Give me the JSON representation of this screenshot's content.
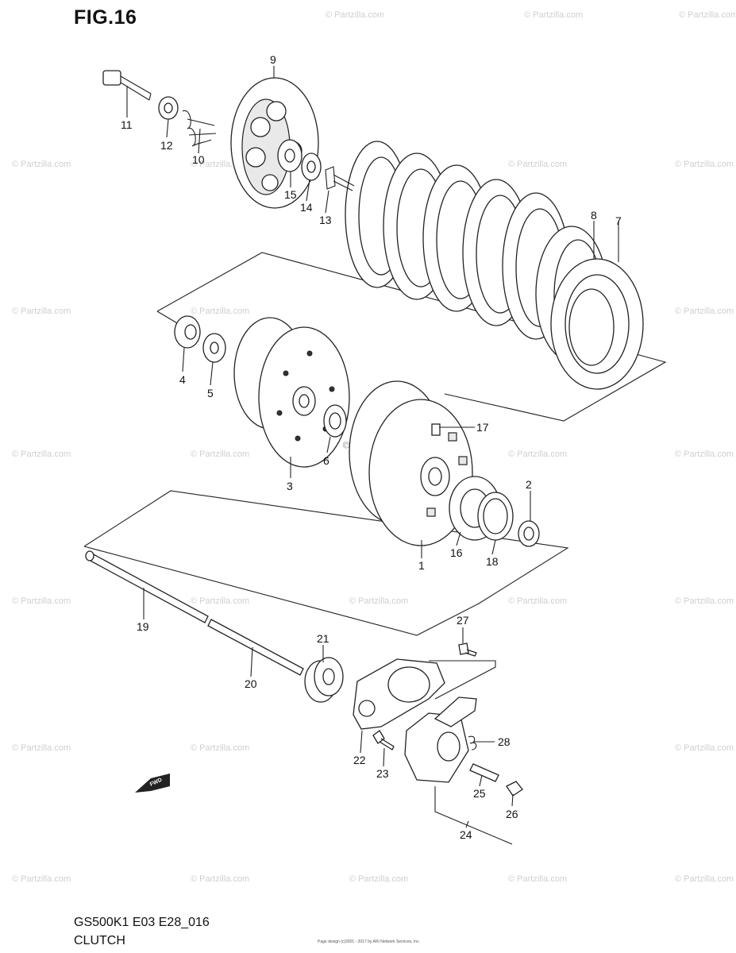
{
  "figure": {
    "title": "FIG.16"
  },
  "footer": {
    "model_code": "GS500K1 E03 E28_016",
    "section": "CLUTCH",
    "credit": "Page design (c)2001 - 2017 by ARI Network Services, Inc."
  },
  "watermark": {
    "text": "© Partzilla.com",
    "center_text": "© Partzilla.com"
  },
  "direction_marker": {
    "label": "FWD",
    "icon": "fwd-arrow-icon"
  },
  "callouts": [
    {
      "num": "1"
    },
    {
      "num": "2"
    },
    {
      "num": "3"
    },
    {
      "num": "4"
    },
    {
      "num": "5"
    },
    {
      "num": "6"
    },
    {
      "num": "7"
    },
    {
      "num": "8"
    },
    {
      "num": "9"
    },
    {
      "num": "10"
    },
    {
      "num": "11"
    },
    {
      "num": "12"
    },
    {
      "num": "13"
    },
    {
      "num": "14"
    },
    {
      "num": "15"
    },
    {
      "num": "16"
    },
    {
      "num": "17"
    },
    {
      "num": "18"
    },
    {
      "num": "19"
    },
    {
      "num": "20"
    },
    {
      "num": "21"
    },
    {
      "num": "22"
    },
    {
      "num": "23"
    },
    {
      "num": "24"
    },
    {
      "num": "25"
    },
    {
      "num": "26"
    },
    {
      "num": "27"
    },
    {
      "num": "28"
    }
  ]
}
